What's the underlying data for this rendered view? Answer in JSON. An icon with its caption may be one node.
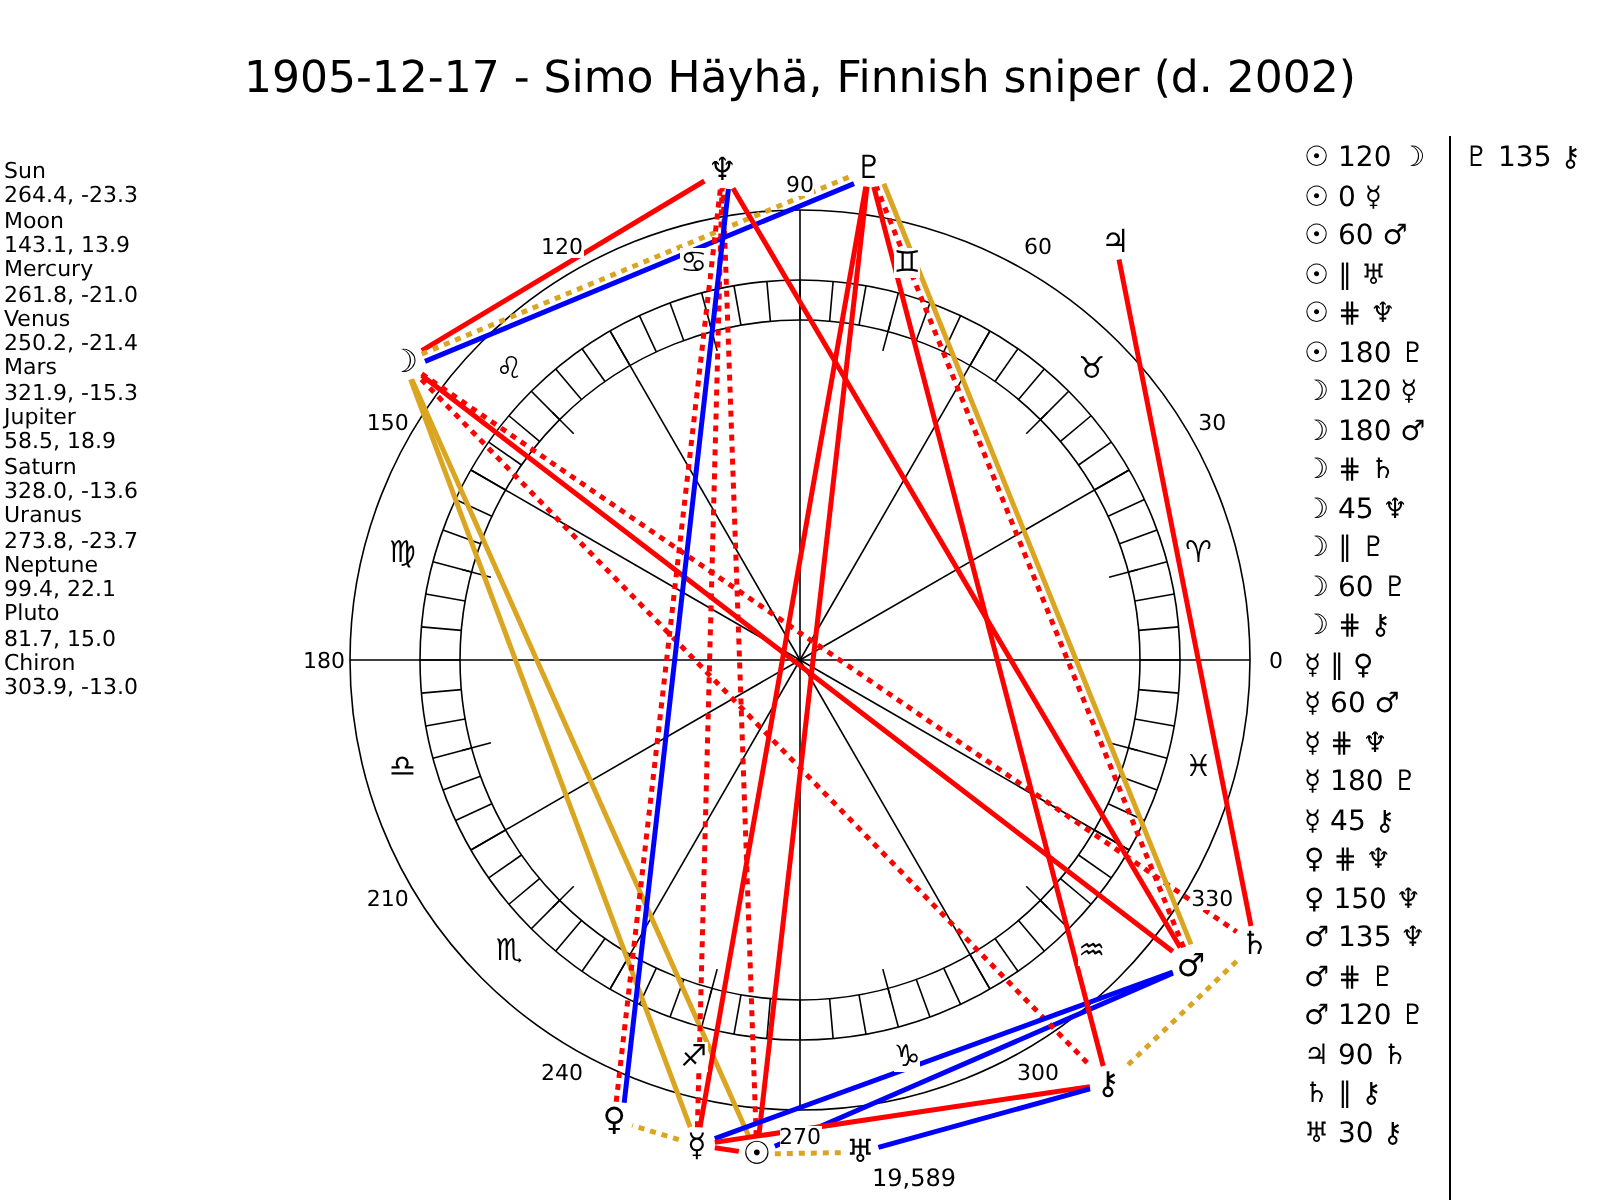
{
  "diagram": {
    "title": "1905-12-17 - Simo Häyhä, Finnish sniper (d. 2002)",
    "nodes": [
      {
        "text": [
          "☉"
        ]
      },
      {
        "text": [
          "☽"
        ]
      },
      {
        "text": [
          "☿"
        ]
      },
      {
        "text": [
          "♀"
        ]
      },
      {
        "text": [
          "♂"
        ]
      },
      {
        "text": [
          "♃"
        ]
      },
      {
        "text": [
          "♄"
        ]
      },
      {
        "text": [
          "♅"
        ]
      },
      {
        "text": [
          "♆"
        ]
      },
      {
        "text": [
          "♇"
        ]
      },
      {
        "text": [
          "⚷"
        ]
      }
    ],
    "edges": [
      {
        "from": 0,
        "to": 1,
        "arrow": "none",
        "color": "#daa520"
      },
      {
        "from": 0,
        "to": 2,
        "arrow": "none"
      },
      {
        "from": 0,
        "to": 4,
        "arrow": "none",
        "color": "#0000ff"
      },
      {
        "from": 0,
        "to": 7,
        "arrow": "none",
        "style": "dashed",
        "color": "#daa520"
      },
      {
        "from": 0,
        "to": 8,
        "arrow": "none",
        "style": "dashed"
      },
      {
        "from": 0,
        "to": 9,
        "arrow": "none"
      },
      {
        "from": 1,
        "to": 2,
        "arrow": "none",
        "color": "#daa520"
      },
      {
        "from": 1,
        "to": 4,
        "arrow": "none"
      },
      {
        "from": 1,
        "to": 6,
        "arrow": "none",
        "style": "dashed"
      },
      {
        "from": 1,
        "to": 8,
        "arrow": "none"
      },
      {
        "from": 1,
        "to": 9,
        "arrow": "none",
        "style": "dashed",
        "color": "#daa520"
      },
      {
        "from": 1,
        "to": 9,
        "arrow": "none",
        "color": "#0000ff"
      },
      {
        "from": 1,
        "to": 10,
        "arrow": "none",
        "style": "dashed"
      },
      {
        "from": 2,
        "to": 3,
        "arrow": "none",
        "style": "dashed",
        "color": "#daa520"
      },
      {
        "from": 2,
        "to": 4,
        "arrow": "none",
        "color": "#0000ff"
      },
      {
        "from": 2,
        "to": 8,
        "arrow": "none",
        "style": "dashed"
      },
      {
        "from": 2,
        "to": 9,
        "arrow": "none"
      },
      {
        "from": 2,
        "to": 10,
        "arrow": "none"
      },
      {
        "from": 3,
        "to": 8,
        "arrow": "none",
        "style": "dashed"
      },
      {
        "from": 3,
        "to": 8,
        "arrow": "none",
        "color": "#0000ff"
      },
      {
        "from": 4,
        "to": 8,
        "arrow": "none"
      },
      {
        "from": 4,
        "to": 9,
        "arrow": "none",
        "style": "dashed"
      },
      {
        "from": 4,
        "to": 9,
        "arrow": "none",
        "color": "#daa520"
      },
      {
        "from": 5,
        "to": 6,
        "arrow": "none"
      },
      {
        "from": 6,
        "to": 10,
        "arrow": "none",
        "style": "dashed",
        "color": "#daa520"
      },
      {
        "from": 7,
        "to": 10,
        "arrow": "none",
        "color": "#0000ff"
      },
      {
        "from": 9,
        "to": 10,
        "arrow": "none"
      }
    ],
    "labels": [
      "Sun",
      "264.4, -23.3",
      "Moon",
      "143.1, 13.9",
      "Mercury",
      "261.8, -21.0",
      "Venus",
      "250.2, -21.4",
      "Mars",
      "321.9, -15.3",
      "Jupiter",
      "58.5, 18.9",
      "Saturn",
      "328.0, -13.6",
      "Uranus",
      "273.8, -23.7",
      "Neptune",
      "99.4, 22.1",
      "Pluto",
      "81.7, 15.0",
      "Chiron",
      "303.9, -13.0",
      "0",
      "30",
      "60",
      "90",
      "120",
      "150",
      "180",
      "210",
      "240",
      "270",
      "300",
      "330",
      "♈",
      "♉",
      "♊",
      "♋",
      "♌",
      "♍",
      "♎",
      "♏",
      "♐",
      "♑",
      "♒",
      "♓",
      "19,589",
      "☉ 120 ☽",
      "♇ 135 ⚷",
      "☉ 0 ☿",
      "☉ 60 ♂",
      "☉ ∥ ♅",
      "☉ ⋕ ♆",
      "☉ 180 ♇",
      "☽ 120 ☿",
      "☽ 180 ♂",
      "☽ ⋕ ♄",
      "☽ 45 ♆",
      "☽ ∥ ♇",
      "☽ 60 ♇",
      "☽ ⋕ ⚷",
      "☿ ∥ ♀",
      "☿ 60 ♂",
      "☿ ⋕ ♆",
      "☿ 180 ♇",
      "☿ 45 ⚷",
      "♀ ⋕ ♆",
      "♀ 150 ♆",
      "♂ 135 ♆",
      "♂ ⋕ ♇",
      "♂ 120 ♇",
      "♃ 90 ♄",
      "♄ ∥ ⚷",
      "♅ 30 ⚷"
    ]
  }
}
